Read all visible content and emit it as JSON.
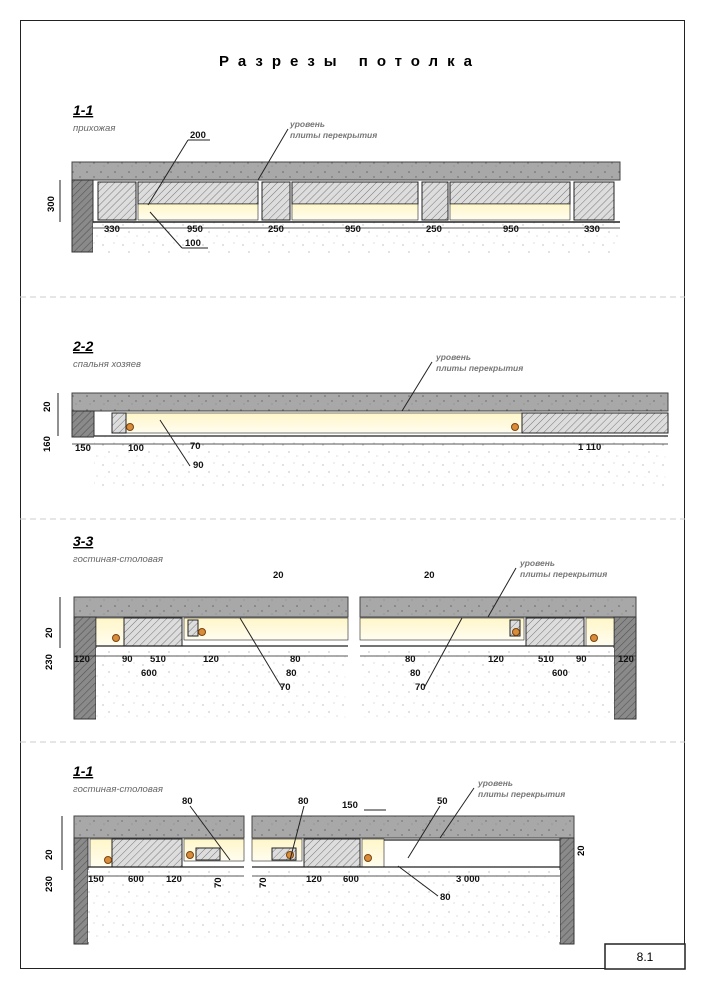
{
  "title": "Разрезы потолка",
  "sheet_number": "8.1",
  "slab_note": {
    "line1": "уровень",
    "line2": "плиты перекрытия"
  },
  "section_1": {
    "number": "1-1",
    "room": "прихожая",
    "dims": {
      "top": "200",
      "height": "300",
      "bottom_left": "100",
      "row": [
        "330",
        "950",
        "250",
        "950",
        "250",
        "950",
        "330"
      ]
    }
  },
  "section_2": {
    "number": "2-2",
    "room": "спальня хозяев",
    "dims": {
      "h1": "20",
      "h2": "160",
      "d150": "150",
      "d100": "100",
      "d70": "70",
      "d90": "90",
      "d1110": "1 110"
    }
  },
  "section_3": {
    "number": "3-3",
    "room": "гостиная-столовая",
    "dims": {
      "h1": "20",
      "h2": "230",
      "top": "20",
      "left_row": [
        "120",
        "90",
        "510",
        "120"
      ],
      "left_600": "600",
      "right_row": [
        "120",
        "510",
        "90",
        "120"
      ],
      "right_600": "600",
      "d80": "80",
      "d70": "70"
    }
  },
  "section_4": {
    "number": "1-1",
    "room": "гостиная-столовая",
    "dims": {
      "h1": "20",
      "h2": "230",
      "d80": "80",
      "d150": "150",
      "d50": "50",
      "left_row": [
        "150",
        "600",
        "120",
        "70"
      ],
      "right_row": [
        "70",
        "120",
        "600"
      ],
      "d3000": "3 000",
      "right_h": "20"
    }
  }
}
